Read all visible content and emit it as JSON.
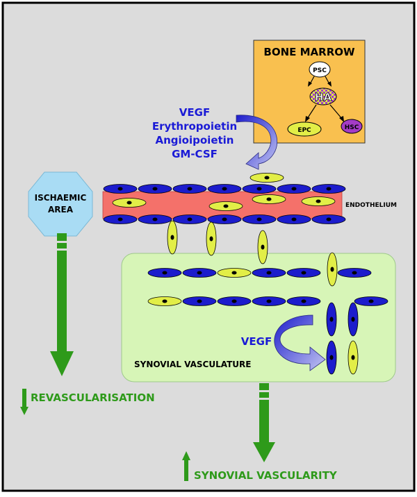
{
  "bone_marrow": {
    "title": "BONE MARROW",
    "psc": "PSC",
    "ha": "HA",
    "epc": "EPC",
    "hsc": "HSC"
  },
  "factors": [
    "VEGF",
    "Erythropoietin",
    "Angioipoietin",
    "GM-CSF"
  ],
  "ischaemic": {
    "line1": "ISCHAEMIC",
    "line2": "AREA"
  },
  "endothelium_label": "ENDOTHELIUM",
  "synovium": {
    "vegf": "VEGF",
    "label": "SYNOVIAL VASCULATURE"
  },
  "outcomes": {
    "revascularisation": "REVASCULARISATION",
    "synovial_vascularity": "SYNOVIAL VASCULARITY"
  },
  "colors": {
    "background": "#dcdcdc",
    "bone_marrow": "#f9c04f",
    "vessel": "#f4716a",
    "endothelial_cell": "#1c1ccc",
    "progenitor_cell": "#e2ee47",
    "synovium": "#d7f5b7",
    "ischaemic": "#a9dcf4",
    "arrow_green": "#2e9a1a",
    "text_blue": "#1a1ad6",
    "hsc": "#a43cc6"
  }
}
